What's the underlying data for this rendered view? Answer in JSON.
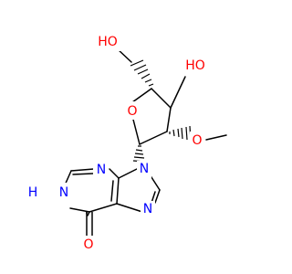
{
  "colors": {
    "bond": "#000000",
    "oxygen": "#ff0000",
    "nitrogen": "#0000ff",
    "background": "#ffffff"
  },
  "atoms": {
    "hydroxymethyl_oh": "HO",
    "hydroxyl_3": "HO",
    "ring_oxygen": "O",
    "methoxy_oxygen": "O",
    "n9": "N",
    "n3": "N",
    "n7": "N",
    "n1_h": "H",
    "n1": "N",
    "carbonyl_o": "O"
  }
}
